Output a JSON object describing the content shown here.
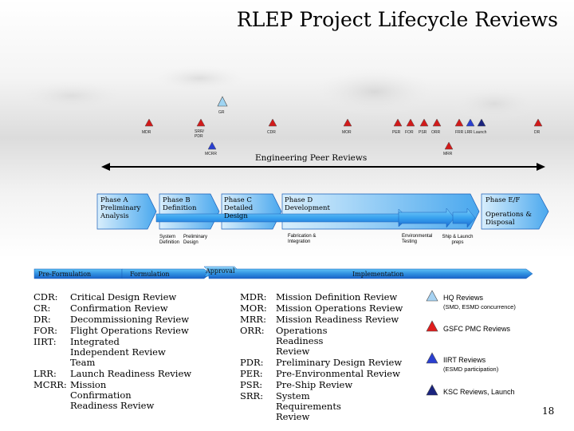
{
  "colors": {
    "blue_dark": "#1a4fc4",
    "blue_light": "#3aa6f0",
    "red": "#d21a1a",
    "gr": "#9fd4f2",
    "hq": "#a6d2f2",
    "gsfc": "#e01e1e",
    "iirt": "#2a3fd0",
    "ksc": "#1a237e"
  },
  "title": "RLEP Project Lifecycle Reviews",
  "milestones": {
    "gr": "GR",
    "mdr": "MDR",
    "srr_pdr": "SRR/ PDR",
    "mcrr": "MCRR",
    "cdr": "CDR",
    "mor": "MOR",
    "per": "PER",
    "for": "FOR",
    "psr": "PSR",
    "orr": "ORR",
    "frr_lrr_launch": "FRR LRR Launch",
    "dr": "DR",
    "mrr": "MRR"
  },
  "peer_reviews": "Engineering Peer Reviews",
  "phases": {
    "a": "Phase A Preliminary Analysis",
    "b": "Phase B Definition",
    "c": "Phase C Detailed Design",
    "d": "Phase D Development",
    "ef_1": "Phase E/F",
    "ef_2": "Operations & Disposal",
    "sys_def": "System Definition",
    "prelim_design": "Preliminary Design",
    "fab": "Fabrication & Integration",
    "env": "Environmental Testing",
    "ship": "Ship & Launch preps"
  },
  "bars": {
    "pre": "Pre-Formulation",
    "form": "Formulation",
    "approval": "Approval",
    "impl": "Implementation"
  },
  "glossary_left": [
    {
      "term": "CDR:",
      "def": "Critical Design Review"
    },
    {
      "term": "CR:",
      "def": "Confirmation Review"
    },
    {
      "term": "DR:",
      "def": "Decommissioning Review"
    },
    {
      "term": "FOR:",
      "def": "Flight Operations Review"
    },
    {
      "term": "IIRT:",
      "def": "Integrated Independent Review Team"
    },
    {
      "term": "LRR:",
      "def": "Launch Readiness Review"
    },
    {
      "term": "MCRR:",
      "def": "Mission Confirmation Readiness Review"
    }
  ],
  "glossary_right": [
    {
      "term": "MDR:",
      "def": "Mission Definition Review"
    },
    {
      "term": "MOR:",
      "def": "Mission Operations Review"
    },
    {
      "term": "MRR:",
      "def": "Mission Readiness Review"
    },
    {
      "term": "ORR:",
      "def": "Operations Readiness Review"
    },
    {
      "term": "PDR:",
      "def": "Preliminary Design Review"
    },
    {
      "term": "PER:",
      "def": "Pre-Environmental Review"
    },
    {
      "term": "PSR:",
      "def": "Pre-Ship Review"
    },
    {
      "term": "SRR:",
      "def": "System Requirements Review"
    }
  ],
  "legend": {
    "hq": "HQ Reviews",
    "hq_sub": "(SMD, ESMD concurrence)",
    "gsfc": "GSFC PMC Reviews",
    "iirt": "IIRT Reviews",
    "iirt_sub": "(ESMD participation)",
    "ksc": "KSC Reviews, Launch"
  },
  "page_number": "18"
}
